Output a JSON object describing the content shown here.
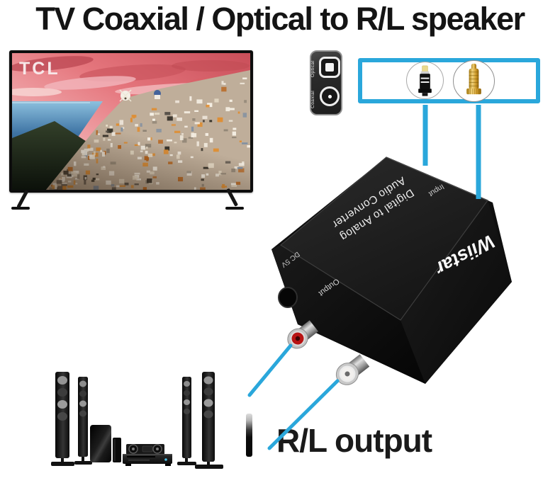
{
  "title": "TV Coaxial / Optical to R/L speaker",
  "accent_color": "#2AA7DB",
  "tv": {
    "brand": "TCL"
  },
  "adapter": {
    "optical_label": "Optical",
    "coaxial_label": "Coaxial"
  },
  "connector_box": {
    "optical_connector_icon": "toslink-optical-plug",
    "coaxial_connector_icon": "rca-coaxial-plug"
  },
  "converter": {
    "line1": "Digital to Analog",
    "line2": "Audio Converter",
    "brand": "Wiistar",
    "input_label": "Input",
    "output_label": "Output",
    "dc_label": "DC 5V"
  },
  "output_caption": "R/L output"
}
